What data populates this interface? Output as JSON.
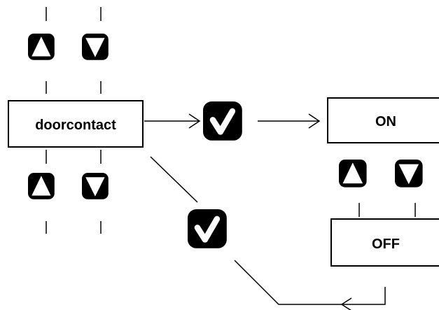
{
  "diagram": {
    "source_label": "doorcontact",
    "target_on_label": "ON",
    "target_off_label": "OFF"
  },
  "icons": {
    "up": "up-arrow-icon",
    "down": "down-arrow-icon",
    "confirm": "checkmark-icon"
  },
  "colors": {
    "background": "#ffffff",
    "ink": "#000000",
    "icon_fill": "#000000",
    "icon_glyph": "#ffffff"
  }
}
